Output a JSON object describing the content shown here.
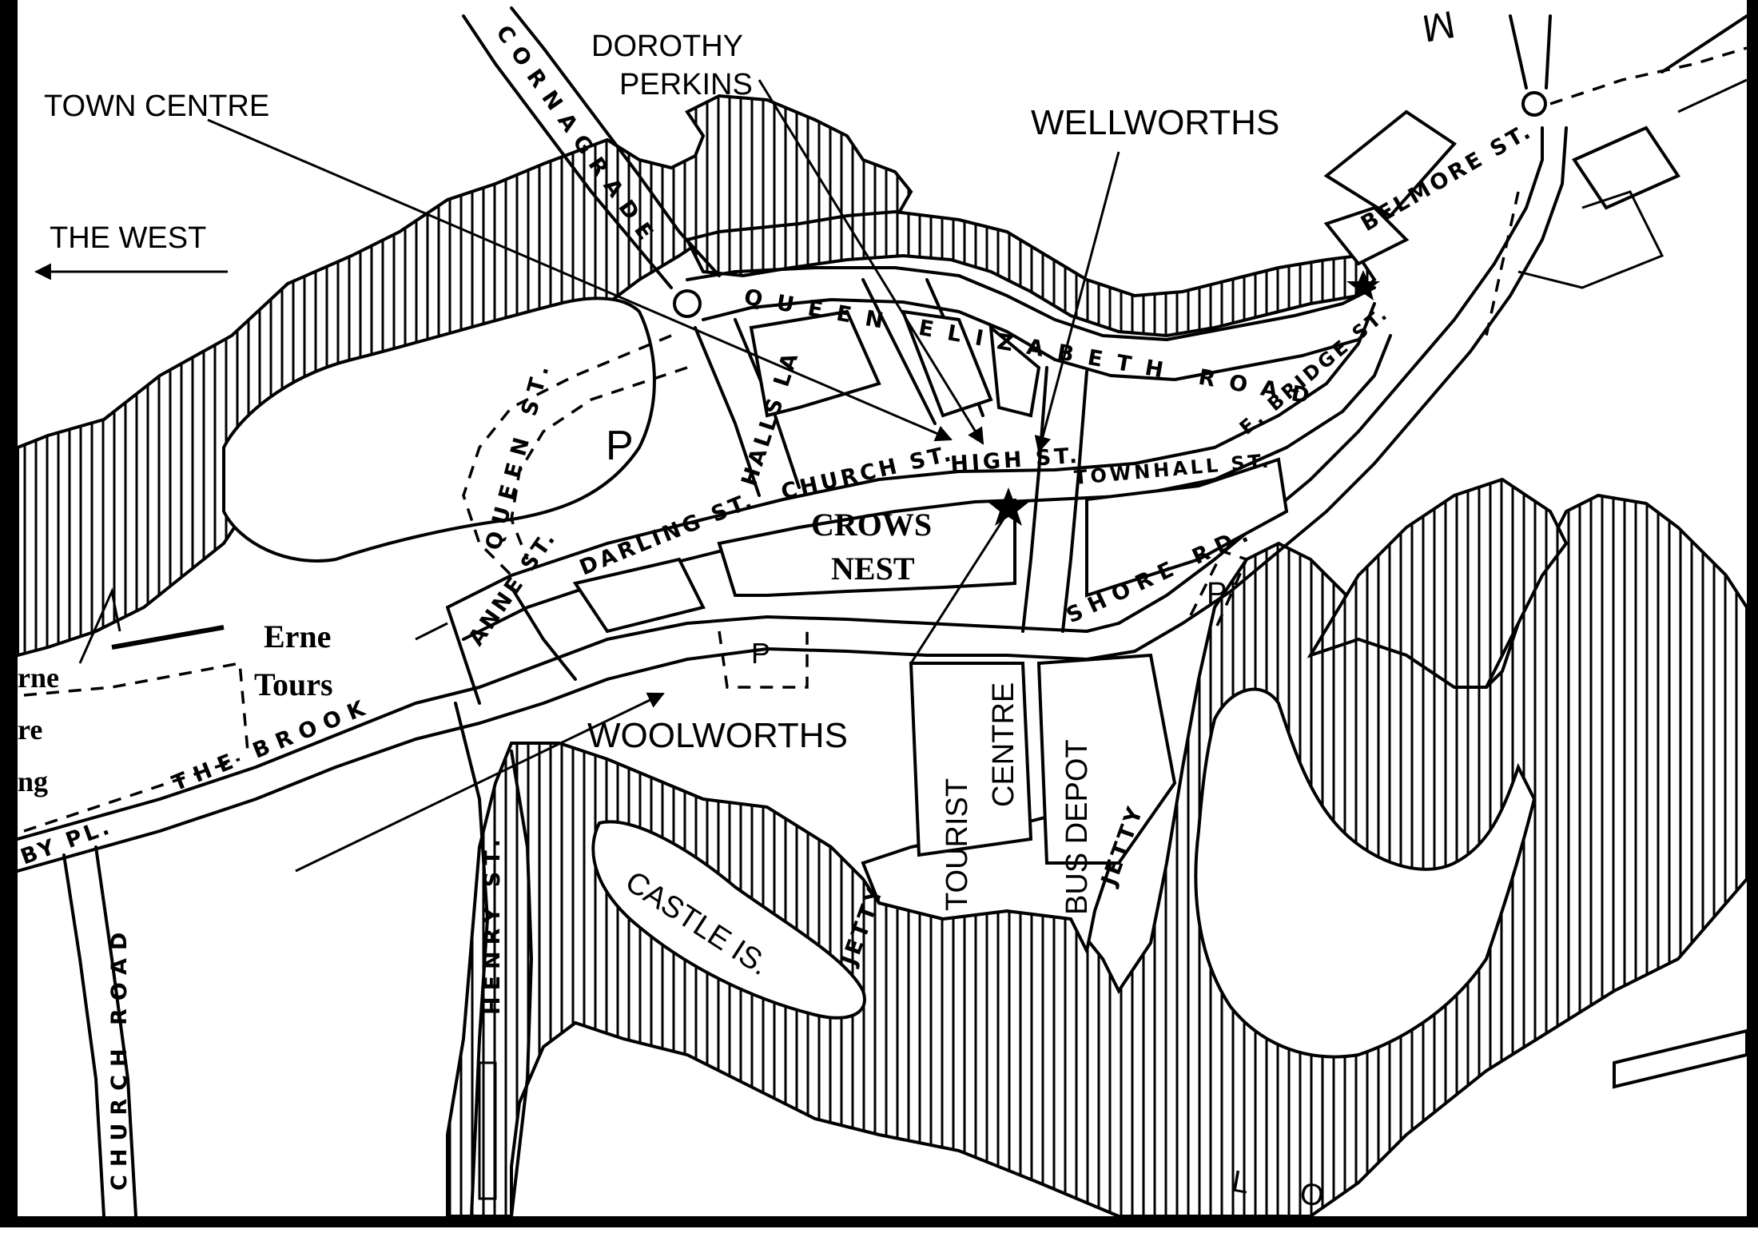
{
  "callouts": {
    "town_centre": "TOWN CENTRE",
    "dorothy_perkins_line1": "DOROTHY",
    "dorothy_perkins_line2": "PERKINS",
    "wellworths": "WELLWORTHS",
    "the_west": "THE WEST",
    "woolworths": "WOOLWORTHS",
    "tourist_centre_line1": "TOURIST",
    "tourist_centre_line2": "CENTRE",
    "bus_depot": "BUS DEPOT",
    "erne_tours_line1": "Erne",
    "erne_tours_line2": "Tours"
  },
  "areas": {
    "crows_nest_line1": "CROWS",
    "crows_nest_line2": "NEST",
    "castle_island": "CASTLE IS.",
    "parking_main": "P",
    "parking_south": "P",
    "parking_east": "P",
    "partial_erne": "rne",
    "partial_re": "re",
    "partial_ng": "ng",
    "lough_partial": "L O"
  },
  "streets": {
    "queen_elizabeth_road": "QUEEN ELIZABETH ROAD",
    "church_st": "CHURCH ST.",
    "high_st": "HIGH ST.",
    "townhall_st": "TOWNHALL ST.",
    "e_bridge_st": "E. BRIDGE ST.",
    "darling_st": "DARLING ST.",
    "anne_st": "ANNE ST.",
    "queen_st": "QUEEN ST.",
    "halls_la": "HALLS LA",
    "cornagrade": "CORNAGRADE",
    "belmore_st": "BELMORE ST.",
    "shore_rd": "SHORE RD.",
    "the_brook": "THE BROOK",
    "henry_st": "HENRY ST.",
    "church_road": "CHURCH ROAD",
    "jetty_1": "JETTY",
    "jetty_2": "JETTY",
    "by_pl": "BY PL.",
    "compass_m": "M"
  }
}
